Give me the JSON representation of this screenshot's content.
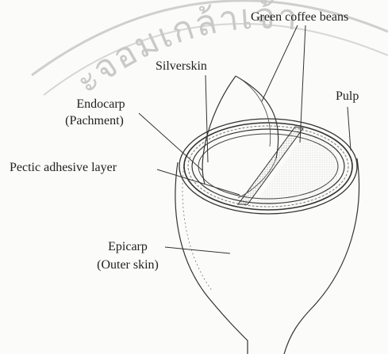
{
  "watermark": {
    "text": "ะจอมเกล้าเจ้า"
  },
  "labels": {
    "green_coffee_beans": "Green coffee beans",
    "silverskin": "Silverskin",
    "pulp": "Pulp",
    "endocarp": "Endocarp",
    "pachment": "(Pachment)",
    "pectic_adhesive_layer": "Pectic adhesive layer",
    "epicarp": "Epicarp",
    "outer_skin": "(Outer skin)"
  },
  "colors": {
    "line": "#333333",
    "watermark": "#c9c9c9",
    "shading": "#9a9a9a"
  }
}
